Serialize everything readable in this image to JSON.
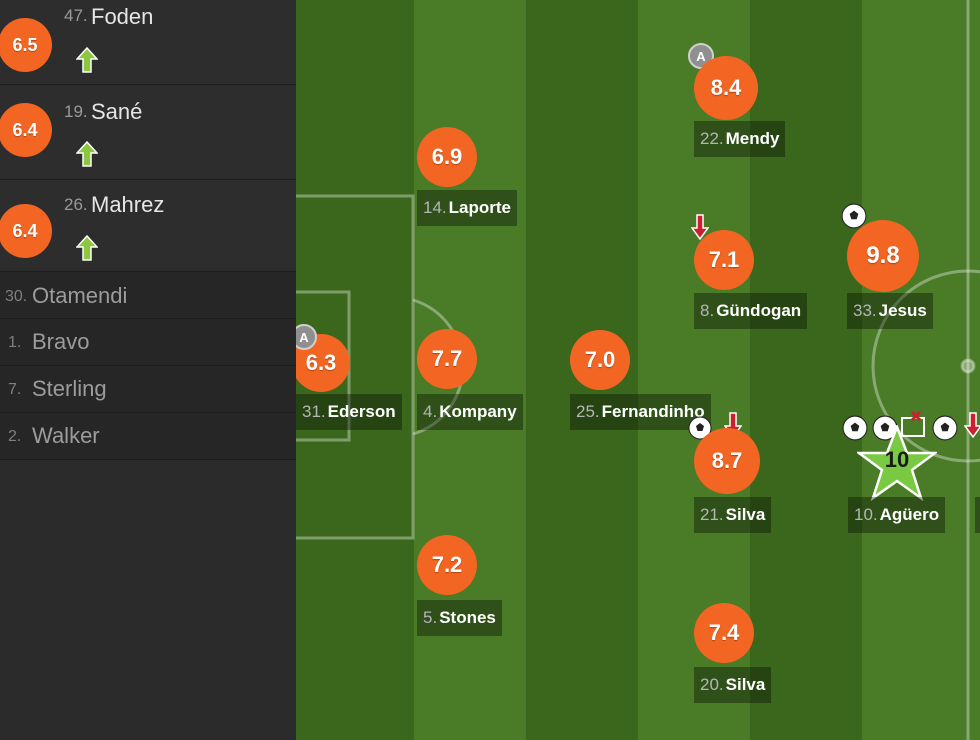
{
  "substitutes": [
    {
      "rating": "6.5",
      "number": "47.",
      "name": "Foden",
      "icon": "sub-in-arrow-icon"
    },
    {
      "rating": "6.4",
      "number": "19.",
      "name": "Sané",
      "icon": "sub-in-arrow-icon"
    },
    {
      "rating": "6.4",
      "number": "26.",
      "name": "Mahrez",
      "icon": "sub-in-arrow-icon"
    }
  ],
  "bench": [
    {
      "number": "30.",
      "name": "Otamendi"
    },
    {
      "number": "1.",
      "name": "Bravo"
    },
    {
      "number": "7.",
      "name": "Sterling"
    },
    {
      "number": "2.",
      "name": "Walker"
    }
  ],
  "players": [
    {
      "rating": "6.3",
      "number": "31.",
      "name": "Ederson",
      "badge": "A"
    },
    {
      "rating": "6.9",
      "number": "14.",
      "name": "Laporte"
    },
    {
      "rating": "7.7",
      "number": "4.",
      "name": "Kompany"
    },
    {
      "rating": "7.2",
      "number": "5.",
      "name": "Stones"
    },
    {
      "rating": "7.0",
      "number": "25.",
      "name": "Fernandinho"
    },
    {
      "rating": "8.4",
      "number": "22.",
      "name": "Mendy",
      "badge": "A"
    },
    {
      "rating": "7.1",
      "number": "8.",
      "name": "Gündogan"
    },
    {
      "rating": "8.7",
      "number": "21.",
      "name": "Silva"
    },
    {
      "rating": "7.4",
      "number": "20.",
      "name": "Silva"
    },
    {
      "rating": "9.8",
      "number": "33.",
      "name": "Jesus"
    },
    {
      "rating": "10",
      "number": "10.",
      "name": "Agüero",
      "motm": true
    }
  ],
  "colors": {
    "rating": "#f26522",
    "motm_star": "#7ac943",
    "sub_in": "#8dc63f",
    "sub_out": "#cc1f2f",
    "pitch_dark": "#3a661c",
    "pitch_light": "#4a7d27"
  }
}
